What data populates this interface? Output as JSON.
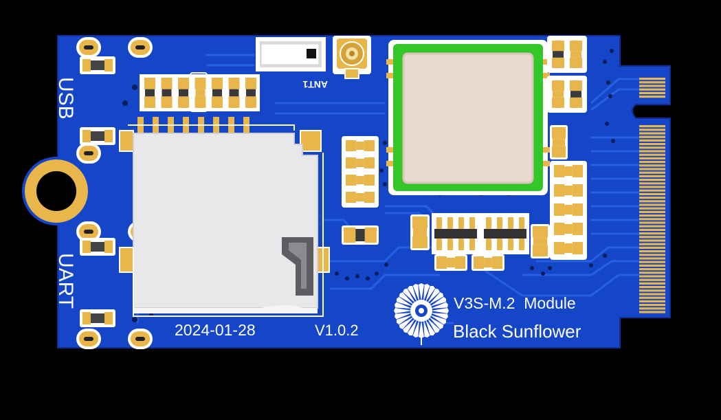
{
  "board": {
    "labels": {
      "usb": "USB",
      "uart": "UART",
      "antenna": "ANT1",
      "date": "2024-01-28",
      "version": "V1.0.2",
      "module_name": "V3S-M.2  Module",
      "brand": "Black Sunflower"
    },
    "colors": {
      "background": "#000000",
      "pcb": "#1546c8",
      "pcb_trace": "#2a63e6",
      "gold": "#e8b64a",
      "silkscreen": "#ffffff",
      "module_outline": "#35c62a",
      "module_shield": "#e9d9cf",
      "sd_slot": "#e8e8ea"
    },
    "icons": [
      "sunflower-logo-icon",
      "mounting-hole-icon",
      "antenna-connector-icon"
    ]
  }
}
